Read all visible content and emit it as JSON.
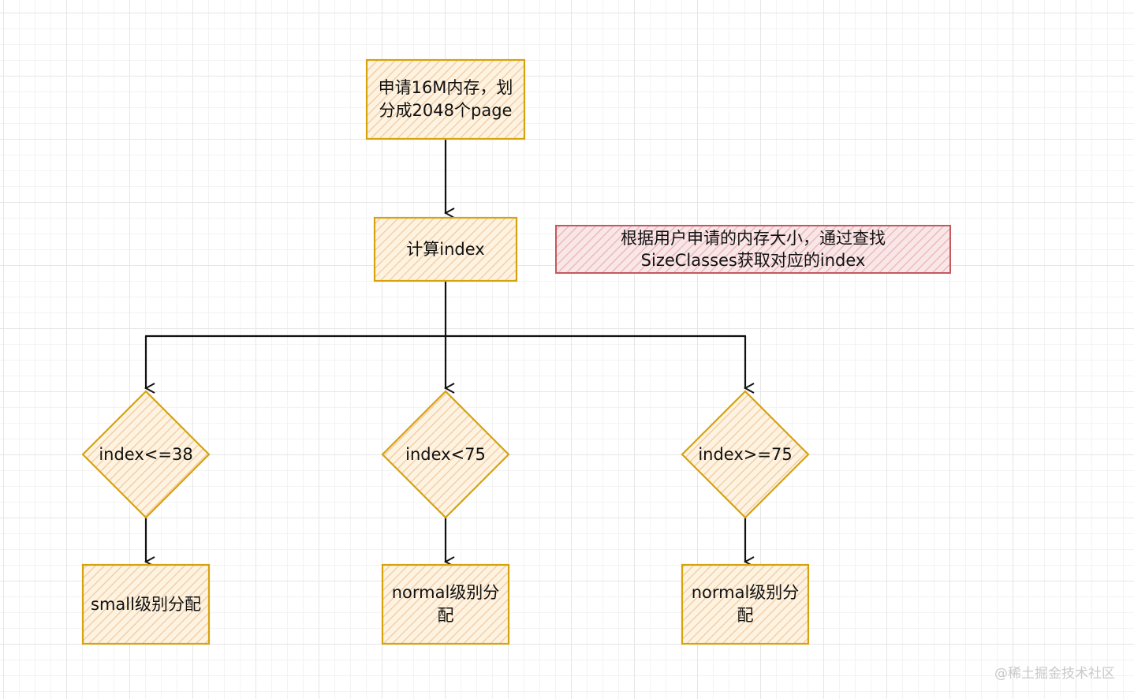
{
  "nodes": {
    "start": {
      "text": "申请16M内存，划\n分成2048个page"
    },
    "compute": {
      "text": "计算index"
    },
    "note": {
      "text": "根据用户申请的内存大小，通过查找\nSizeClasses获取对应的index"
    },
    "cond_small": {
      "text": "index<=38"
    },
    "cond_normal_lt": {
      "text": "index<75"
    },
    "cond_normal_ge": {
      "text": "index>=75"
    },
    "out_small": {
      "text": "small级别分配"
    },
    "out_normal_1": {
      "text": "normal级别分\n配"
    },
    "out_normal_2": {
      "text": "normal级别分\n配"
    }
  },
  "colors": {
    "box_stroke": "#d6a20e",
    "box_fill": "#fdf3e0",
    "hatch": "#f2c9a2",
    "note_stroke": "#c4585f",
    "note_fill": "#f9e6e7",
    "note_hatch": "#e9b3b7",
    "arrow": "#111111"
  },
  "watermark": "@稀土掘金技术社区"
}
